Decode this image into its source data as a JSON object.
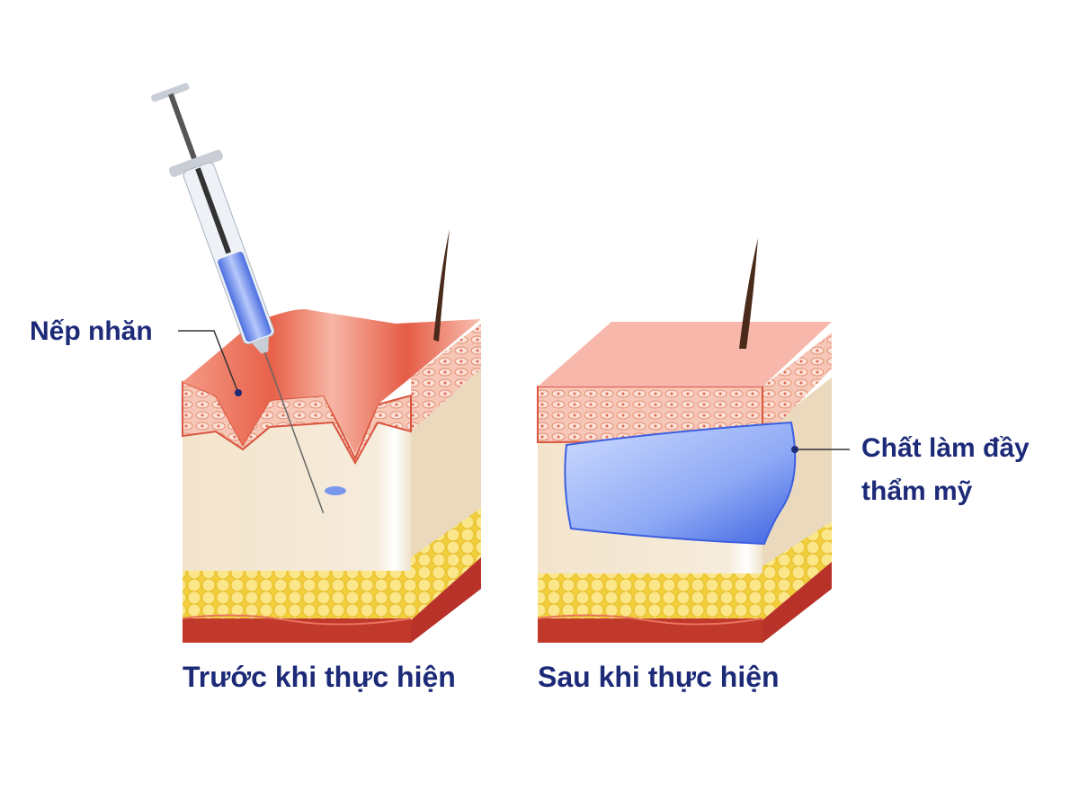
{
  "labels": {
    "wrinkle": "Nếp nhăn",
    "filler_line1": "Chất làm đầy",
    "filler_line2": "thẩm mỹ"
  },
  "captions": {
    "before": "Trước khi thực hiện",
    "after": "Sau khi thực hiện"
  },
  "colors": {
    "text": "#1c2a78",
    "skin": "#f2a08c",
    "dermis": "#f3e6d2",
    "fat": "#f5dc5a",
    "muscle": "#c0392b",
    "filler": "#6f8ff0"
  }
}
